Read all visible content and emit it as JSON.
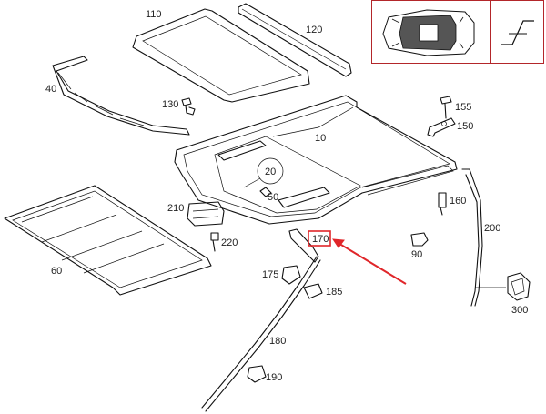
{
  "diagram": {
    "parts": [
      {
        "number": "110",
        "name_icon": "sunroof-glass-panel"
      },
      {
        "number": "120",
        "name_icon": "wind-deflector-strip"
      },
      {
        "number": "40",
        "name_icon": "seal-strip"
      },
      {
        "number": "130",
        "name_icon": "bolt"
      },
      {
        "number": "155",
        "name_icon": "screw"
      },
      {
        "number": "150",
        "name_icon": "bracket"
      },
      {
        "number": "10",
        "name_icon": "sunroof-frame"
      },
      {
        "number": "20",
        "name_icon": "drive-cable"
      },
      {
        "number": "50",
        "name_icon": "clip"
      },
      {
        "number": "160",
        "name_icon": "screw"
      },
      {
        "number": "210",
        "name_icon": "motor"
      },
      {
        "number": "200",
        "name_icon": "drain-hose"
      },
      {
        "number": "220",
        "name_icon": "screw"
      },
      {
        "number": "90",
        "name_icon": "clip"
      },
      {
        "number": "60",
        "name_icon": "sunshade"
      },
      {
        "number": "170",
        "name_icon": "drain-hose-connector"
      },
      {
        "number": "175",
        "name_icon": "clamp"
      },
      {
        "number": "185",
        "name_icon": "clip"
      },
      {
        "number": "300",
        "name_icon": "hose-end-cap"
      },
      {
        "number": "180",
        "name_icon": "drain-hose"
      },
      {
        "number": "190",
        "name_icon": "hose-clip"
      }
    ],
    "highlighted_part": "170",
    "colors": {
      "highlight": "#e0262a",
      "inset_border": "#b3262a",
      "line": "#111111"
    }
  }
}
